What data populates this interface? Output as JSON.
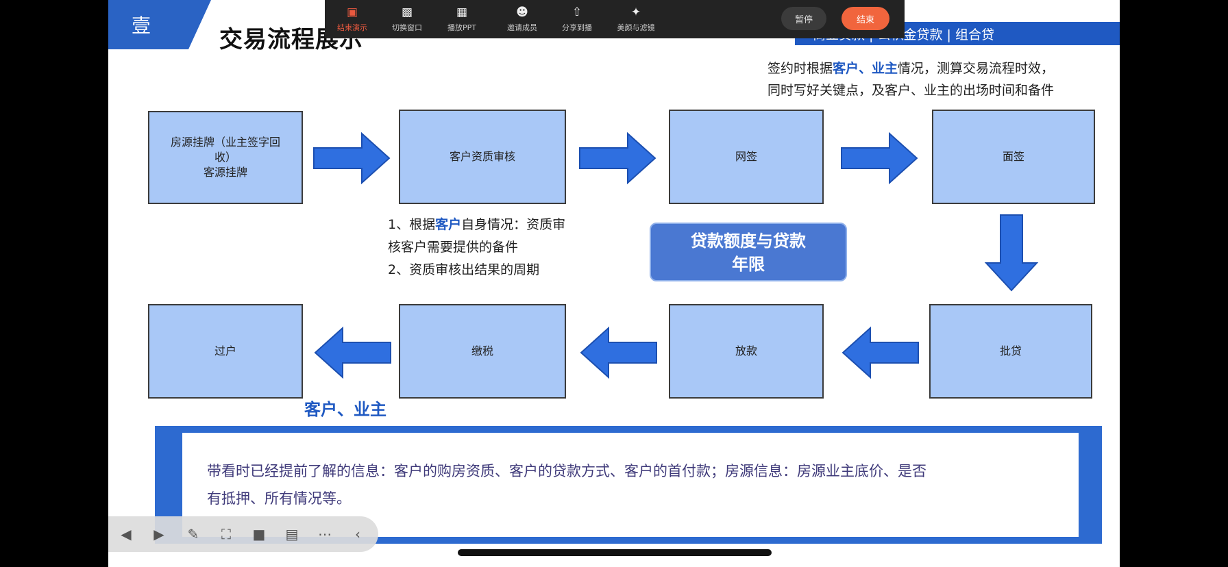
{
  "slide": {
    "section_number": "壹",
    "title": "交易流程展示",
    "loan_types": "商业贷款 | 公积金贷款 | 组合贷",
    "note_top": {
      "line1_a": "签约时根据",
      "line1_hl": "客户、业主",
      "line1_b": "情况，测算交易流程时效，",
      "line2": "同时写好关键点，及客户、业主的出场时间和备件"
    },
    "steps": {
      "listing_line1": "房源挂牌（业主签字回",
      "listing_line2": "收）",
      "listing_line3": "客源挂牌",
      "review": "客户资质审核",
      "online_sign": "网签",
      "face_sign": "面签",
      "approval": "批贷",
      "disbursement": "放款",
      "tax": "缴税",
      "transfer": "过户"
    },
    "notes_mid": {
      "line1_a": "1、根据",
      "line1_hl": "客户",
      "line1_b": "自身情况：资质审",
      "line2": "核客户需要提供的备件",
      "line3": "2、资质审核出结果的周期"
    },
    "pill": {
      "line1": "贷款额度与贷款",
      "line2": "年限"
    },
    "actor_label": "客户、业主",
    "bottom_text": {
      "line1": "带看时已经提前了解的信息：客户的购房资质、客户的贷款方式、客户的首付款；房源信息：房源业主底价、是否",
      "line2": "有抵押、所有情况等。"
    }
  },
  "toolbar": {
    "items": [
      {
        "label": "结束演示",
        "icon": "presentation-icon"
      },
      {
        "label": "切换窗口",
        "icon": "window-icon"
      },
      {
        "label": "播放PPT",
        "icon": "ppt-icon"
      },
      {
        "label": "邀请成员",
        "icon": "user-icon"
      },
      {
        "label": "分享到播",
        "icon": "share-icon"
      },
      {
        "label": "美颜与滤镜",
        "icon": "sparkle-icon"
      }
    ],
    "pause_label": "暂停",
    "end_label": "结束"
  },
  "colors": {
    "accent": "#1f59c2",
    "box_fill": "#a9c8f7",
    "arrow": "#2f6fe0",
    "end_button": "#f1653d"
  }
}
